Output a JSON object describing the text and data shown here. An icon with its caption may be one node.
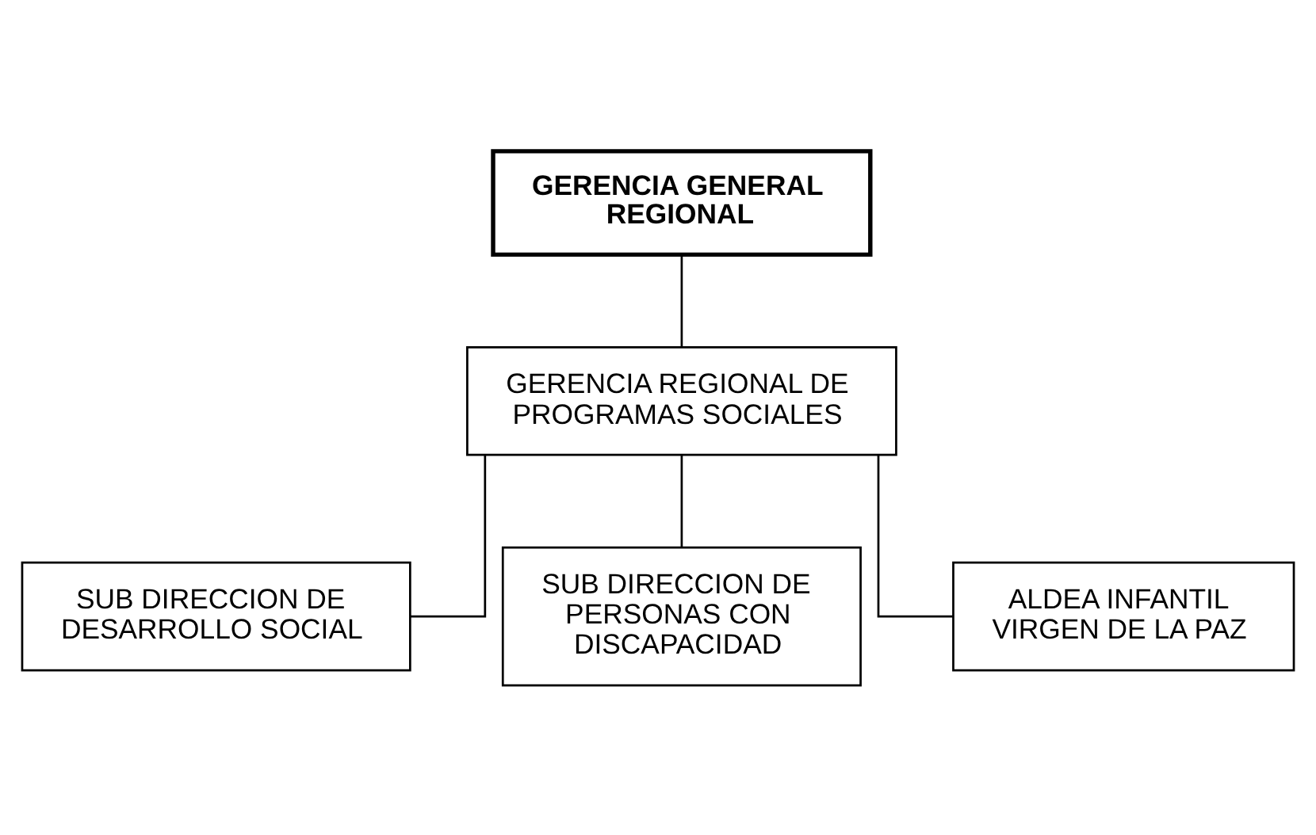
{
  "diagram": {
    "nodes": [
      {
        "text": [
          "GERENCIA GENERAL REGIONAL"
        ]
      },
      {
        "text": [
          "GERENCIA REGIONAL DE PROGRAMAS SOCIALES"
        ]
      },
      {
        "text": [
          "SUB DIRECCION DE DESARROLLO SOCIAL"
        ]
      },
      {
        "text": [
          "SUB DIRECCION DE PERSONAS CON DISCAPACIDAD"
        ]
      },
      {
        "text": [
          "ALDEA INFANTIL VIRGEN DE LA PAZ"
        ]
      }
    ],
    "edges": [
      {
        "from": 0,
        "to": 1,
        "arrow": "none"
      },
      {
        "from": 1,
        "to": 2,
        "arrow": "none"
      },
      {
        "from": 1,
        "to": 3,
        "arrow": "none"
      },
      {
        "from": 1,
        "to": 4,
        "arrow": "none"
      }
    ]
  }
}
